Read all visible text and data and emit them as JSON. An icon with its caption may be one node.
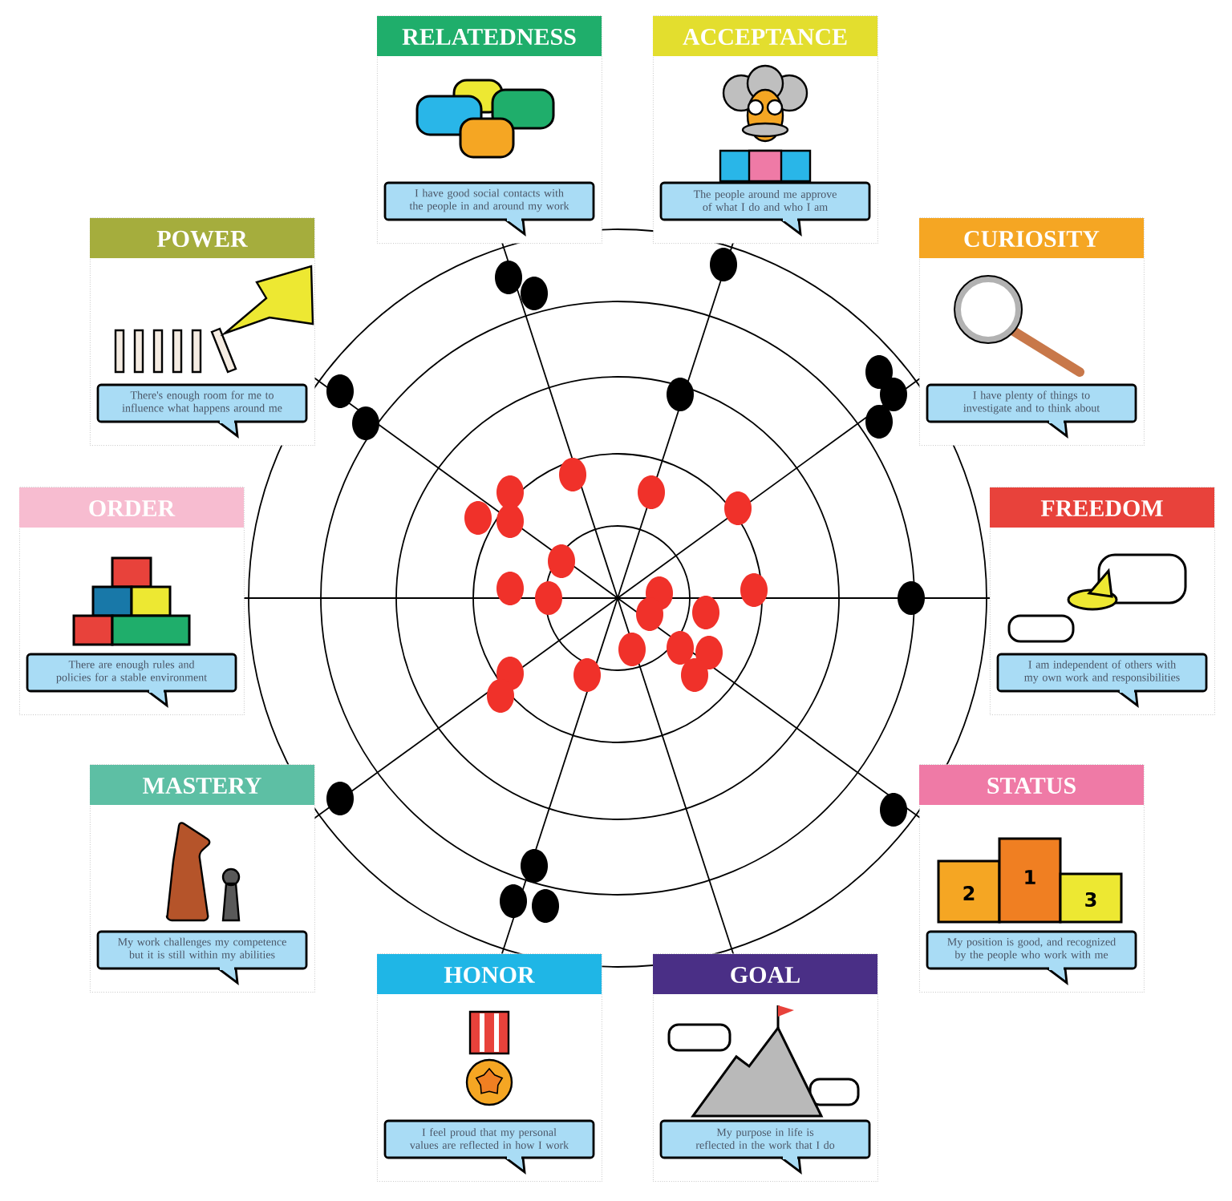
{
  "diagram": {
    "nodes": [
      {
        "text": [
          "RELATEDNESS",
          "I have good social contacts with the people in and around my work"
        ]
      },
      {
        "text": [
          "ACCEPTANCE",
          "The people around me approve of what I do and who I am"
        ]
      },
      {
        "text": [
          "POWER",
          "There's enough room for me to influence what happens around me"
        ]
      },
      {
        "text": [
          "CURIOSITY",
          "I have plenty of things to investigate and to think about"
        ]
      },
      {
        "text": [
          "ORDER",
          "There are enough rules and policies for a stable environment"
        ]
      },
      {
        "text": [
          "FREEDOM",
          "I am independent of others with my own work and responsibilities"
        ]
      },
      {
        "text": [
          "MASTERY",
          "My work challenges my competence but it is still within my abilities"
        ]
      },
      {
        "text": [
          "STATUS",
          "My position is good, and recognized by the people who work with me"
        ]
      },
      {
        "text": [
          "HONOR",
          "I feel proud that my personal values are reflected in how I work"
        ]
      },
      {
        "text": [
          "GOAL",
          "My purpose in life is reflected in the work that I do"
        ]
      }
    ],
    "labels": [
      "2",
      "1",
      "3"
    ]
  }
}
